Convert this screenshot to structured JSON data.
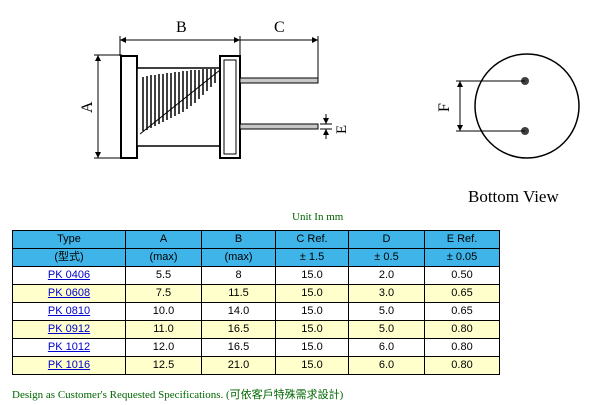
{
  "drawing": {
    "dim_labels": {
      "a": "A",
      "b": "B",
      "c": "C",
      "e": "E",
      "f": "F"
    },
    "bottom_view_label": "Bottom View"
  },
  "unit_label": "Unit In mm",
  "table": {
    "header_row1": [
      "Type",
      "A",
      "B",
      "C Ref.",
      "D",
      "E Ref."
    ],
    "header_row2": [
      "(型式)",
      "(max)",
      "(max)",
      "± 1.5",
      "± 0.5",
      "± 0.05"
    ],
    "rows": [
      {
        "type": "PK 0406",
        "a": "5.5",
        "b": "8",
        "c": "15.0",
        "d": "2.0",
        "e": "0.50"
      },
      {
        "type": "PK 0608",
        "a": "7.5",
        "b": "11.5",
        "c": "15.0",
        "d": "3.0",
        "e": "0.65"
      },
      {
        "type": "PK 0810",
        "a": "10.0",
        "b": "14.0",
        "c": "15.0",
        "d": "5.0",
        "e": "0.65"
      },
      {
        "type": "PK 0912",
        "a": "11.0",
        "b": "16.5",
        "c": "15.0",
        "d": "5.0",
        "e": "0.80"
      },
      {
        "type": "PK 1012",
        "a": "12.0",
        "b": "16.5",
        "c": "15.0",
        "d": "6.0",
        "e": "0.80"
      },
      {
        "type": "PK 1016",
        "a": "12.5",
        "b": "21.0",
        "c": "15.0",
        "d": "6.0",
        "e": "0.80"
      }
    ]
  },
  "footer_note": "Design as Customer's Requested Specifications. (可依客戶特殊需求設計)"
}
